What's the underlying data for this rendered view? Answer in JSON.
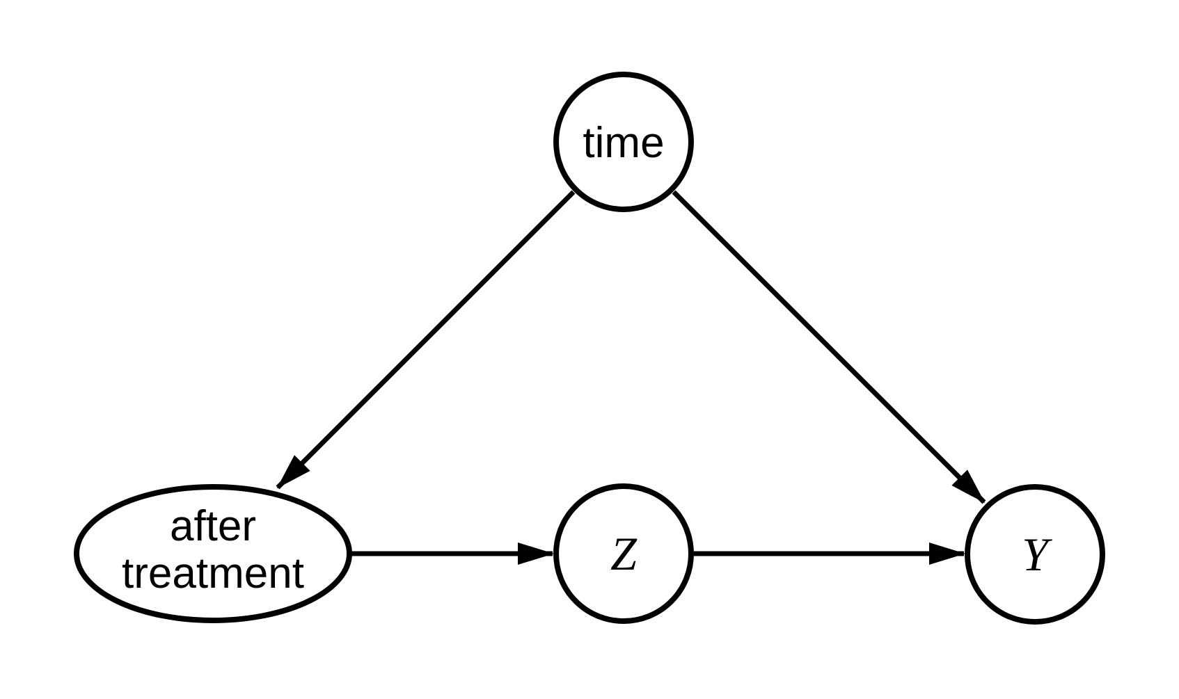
{
  "diagram": {
    "type": "causal-dag",
    "background_color": "#ffffff",
    "stroke_color": "#000000",
    "nodes": [
      {
        "id": "time",
        "label": "time",
        "shape": "circle"
      },
      {
        "id": "after-treatment",
        "label_lines": [
          "after",
          "treatment"
        ],
        "shape": "ellipse"
      },
      {
        "id": "Z",
        "label": "Z",
        "shape": "circle",
        "label_style": "math-italic"
      },
      {
        "id": "Y",
        "label": "Y",
        "shape": "circle",
        "label_style": "math-italic"
      }
    ],
    "edges": [
      {
        "from": "time",
        "to": "after-treatment",
        "arrow": "filled-triangle"
      },
      {
        "from": "time",
        "to": "Y",
        "arrow": "filled-triangle"
      },
      {
        "from": "after-treatment",
        "to": "Z",
        "arrow": "filled-triangle"
      },
      {
        "from": "Z",
        "to": "Y",
        "arrow": "filled-triangle"
      }
    ]
  }
}
